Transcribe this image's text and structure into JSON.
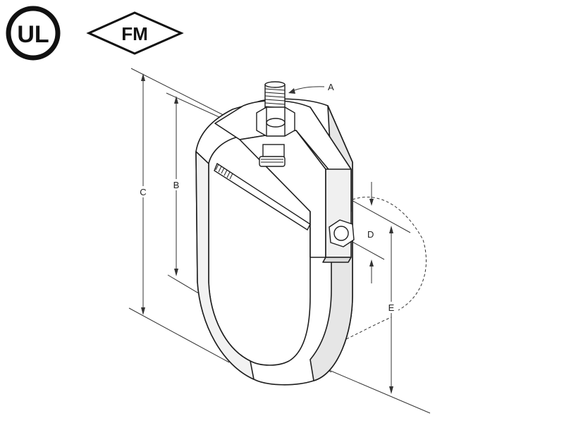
{
  "logos": {
    "ul": {
      "text": "UL",
      "name": "ul-certification-logo"
    },
    "fm": {
      "text": "FM",
      "name": "fm-approval-logo"
    }
  },
  "dimension_labels": {
    "a": "A",
    "b": "B",
    "c": "C",
    "d": "D",
    "e": "E"
  },
  "colors": {
    "line": "#1e1e1e",
    "fill": "#ffffff",
    "shade": "#e6e6e6",
    "dim": "#333333"
  }
}
